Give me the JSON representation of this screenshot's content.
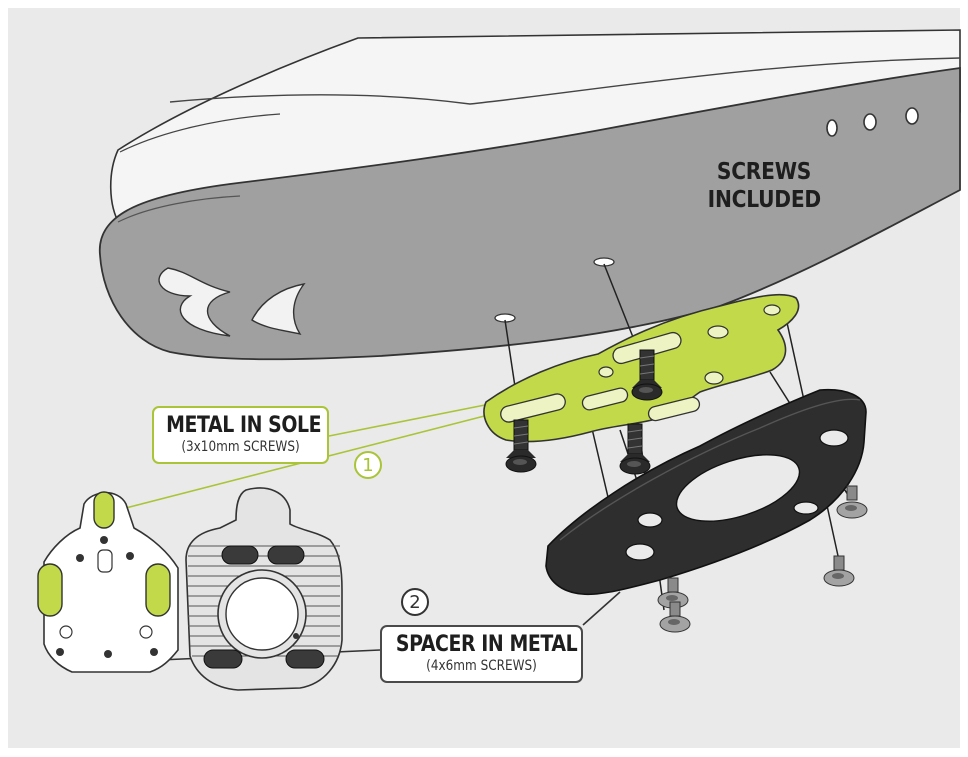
{
  "diagram": {
    "screws_label": {
      "line1": "SCREWS",
      "line2": "INCLUDED"
    },
    "callouts": [
      {
        "number": "1",
        "title": "METAL IN SOLE",
        "subtitle": "(3x10mm SCREWS)"
      },
      {
        "number": "2",
        "title": "SPACER IN METAL",
        "subtitle": "(4x6mm SCREWS)"
      }
    ],
    "colors": {
      "background": "#eaeaea",
      "shoe_sole": "#a0a0a0",
      "metal_plate": "#c2d94a",
      "spacer": "#2e2e2e",
      "screw": "#9a9a9a",
      "outline": "#222222"
    }
  }
}
